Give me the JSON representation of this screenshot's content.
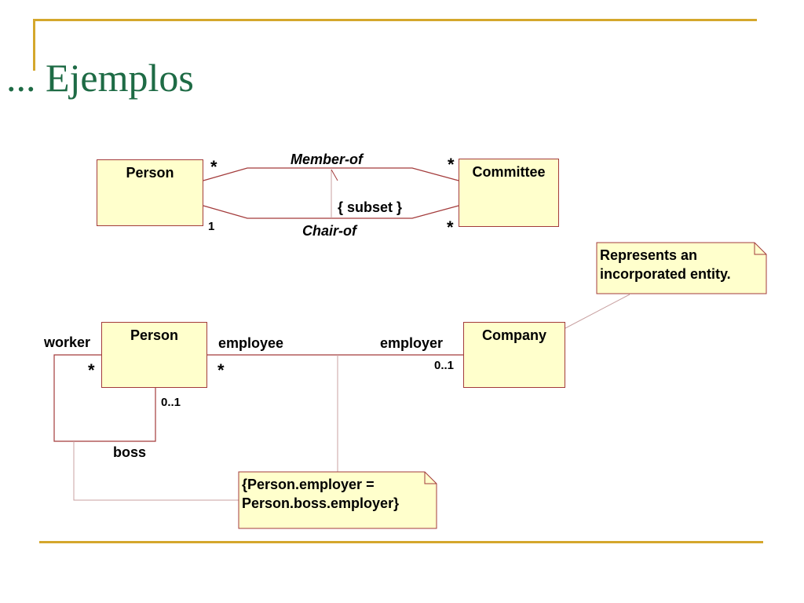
{
  "title": "... Ejemplos",
  "colors": {
    "accent": "#d4a72c",
    "title": "#1e6b45",
    "class_fill": "#ffffcc",
    "class_border": "#a33b3b",
    "line": "#a33b3b"
  },
  "diagram1": {
    "person": "Person",
    "committee": "Committee",
    "member_of": "Member-of",
    "chair_of": "Chair-of",
    "subset": "{ subset }",
    "mult_person_member": "*",
    "mult_committee_member": "*",
    "mult_person_chair": "1",
    "mult_committee_chair": "*"
  },
  "note_company": {
    "line1": "Represents an",
    "line2": "incorporated entity."
  },
  "diagram2": {
    "person": "Person",
    "company": "Company",
    "worker": "worker",
    "boss": "boss",
    "employee": "employee",
    "employer": "employer",
    "mult_worker": "*",
    "mult_boss": "0..1",
    "mult_employee": "*",
    "mult_employer": "0..1"
  },
  "note_constraint": {
    "line1": "{Person.employer =",
    "line2": "Person.boss.employer}"
  }
}
